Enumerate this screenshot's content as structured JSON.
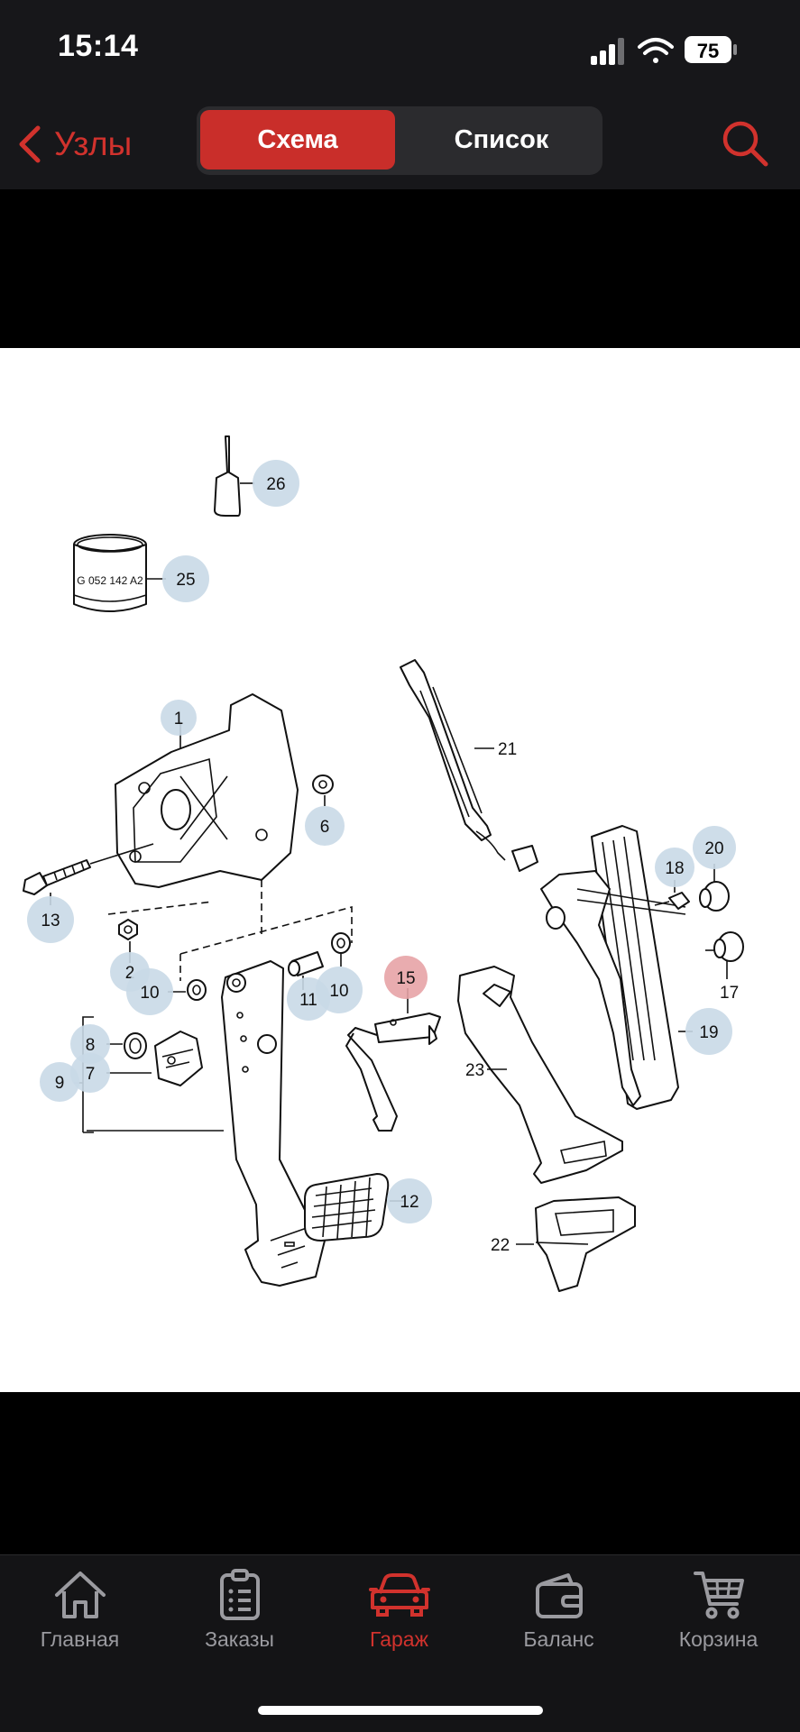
{
  "status": {
    "time": "15:14",
    "battery": "75"
  },
  "nav": {
    "back_label": "Узлы",
    "segments": [
      {
        "label": "Схема",
        "active": true
      },
      {
        "label": "Список",
        "active": false
      }
    ]
  },
  "diagram": {
    "stamp_text": "G 052 142 A2",
    "callouts": [
      "26",
      "25",
      "1",
      "6",
      "13",
      "2",
      "10",
      "10",
      "11",
      "15",
      "8",
      "7",
      "9",
      "12",
      "18",
      "20",
      "19",
      "21",
      "17",
      "23",
      "22"
    ],
    "selected_callout": "15"
  },
  "tabs": [
    {
      "label": "Главная",
      "icon": "home-icon",
      "active": false
    },
    {
      "label": "Заказы",
      "icon": "orders-icon",
      "active": false
    },
    {
      "label": "Гараж",
      "icon": "car-icon",
      "active": true
    },
    {
      "label": "Баланс",
      "icon": "wallet-icon",
      "active": false
    },
    {
      "label": "Корзина",
      "icon": "cart-icon",
      "active": false
    }
  ],
  "colors": {
    "accent": "#c92e2a",
    "callout": "#c9d9e7",
    "callout_selected": "#e7a3a6"
  }
}
